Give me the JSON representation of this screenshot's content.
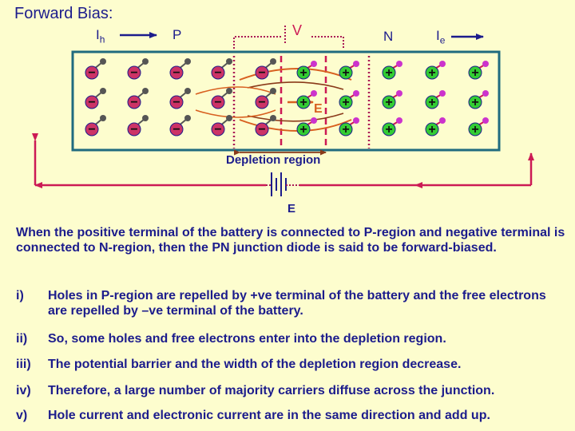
{
  "title": "Forward Bias:",
  "labels": {
    "hole_current": "I",
    "hole_current_sub": "h",
    "p_region": "P",
    "voltage": "V",
    "n_region": "N",
    "electron_current": "I",
    "electron_current_sub": "e",
    "field": "E",
    "depletion": "Depletion region",
    "battery_field": "E"
  },
  "carriers": {
    "minus": "−",
    "plus": "+"
  },
  "colors": {
    "background": "#fdfdce",
    "text": "#1c1c8c",
    "p_carrier": "#cc3366",
    "n_carrier": "#33cc33",
    "circuit": "#cc1a55",
    "dotted": "#aa1a55",
    "field_arrow": "#d86020"
  },
  "paragraph": "When the positive terminal of the battery is connected to P-region and negative terminal is connected to N-region, then the PN junction diode is said to be forward-biased.",
  "points": [
    {
      "num": "i)",
      "text": "Holes in P-region are repelled by +ve terminal of the battery and the free electrons are repelled by –ve terminal of the battery."
    },
    {
      "num": "ii)",
      "text": "So, some holes and free electrons enter into the depletion region."
    },
    {
      "num": "iii)",
      "text": "The potential barrier and the width of the depletion region decrease."
    },
    {
      "num": "iv)",
      "text": "Therefore, a large number of majority carriers diffuse across the junction."
    },
    {
      "num": "v)",
      "text": "Hole current and electronic current are in the same direction and add up."
    }
  ]
}
